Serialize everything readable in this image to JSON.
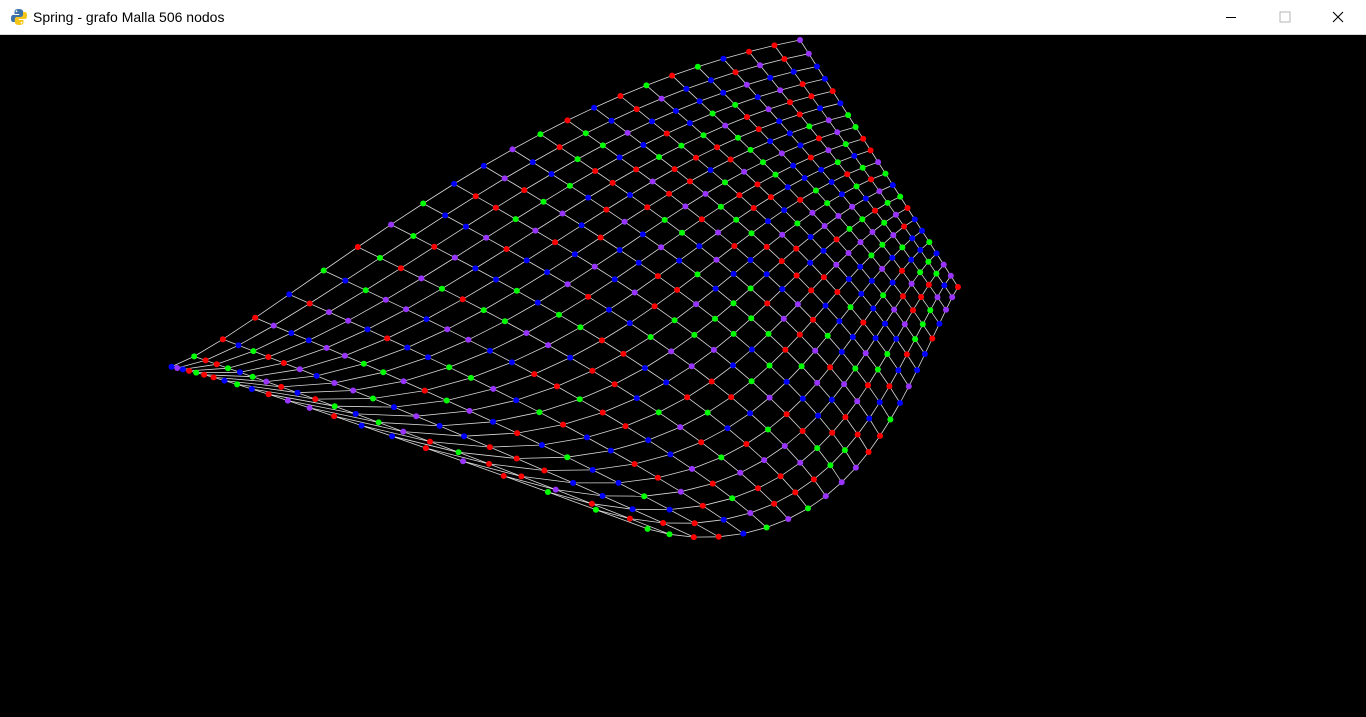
{
  "window": {
    "title": "Spring - grafo Malla 506 nodos",
    "icon": "python-icon",
    "controls": {
      "minimize_icon": "minimize-icon",
      "maximize_icon": "maximize-icon",
      "close_icon": "close-icon"
    }
  },
  "graph": {
    "type": "mesh",
    "nodes": 506,
    "rows": 22,
    "cols": 23,
    "edge_color": "#ffffff",
    "node_colors": [
      "#ff0000",
      "#0000ff",
      "#00ff00",
      "#9933ff"
    ],
    "background": "#000000"
  }
}
